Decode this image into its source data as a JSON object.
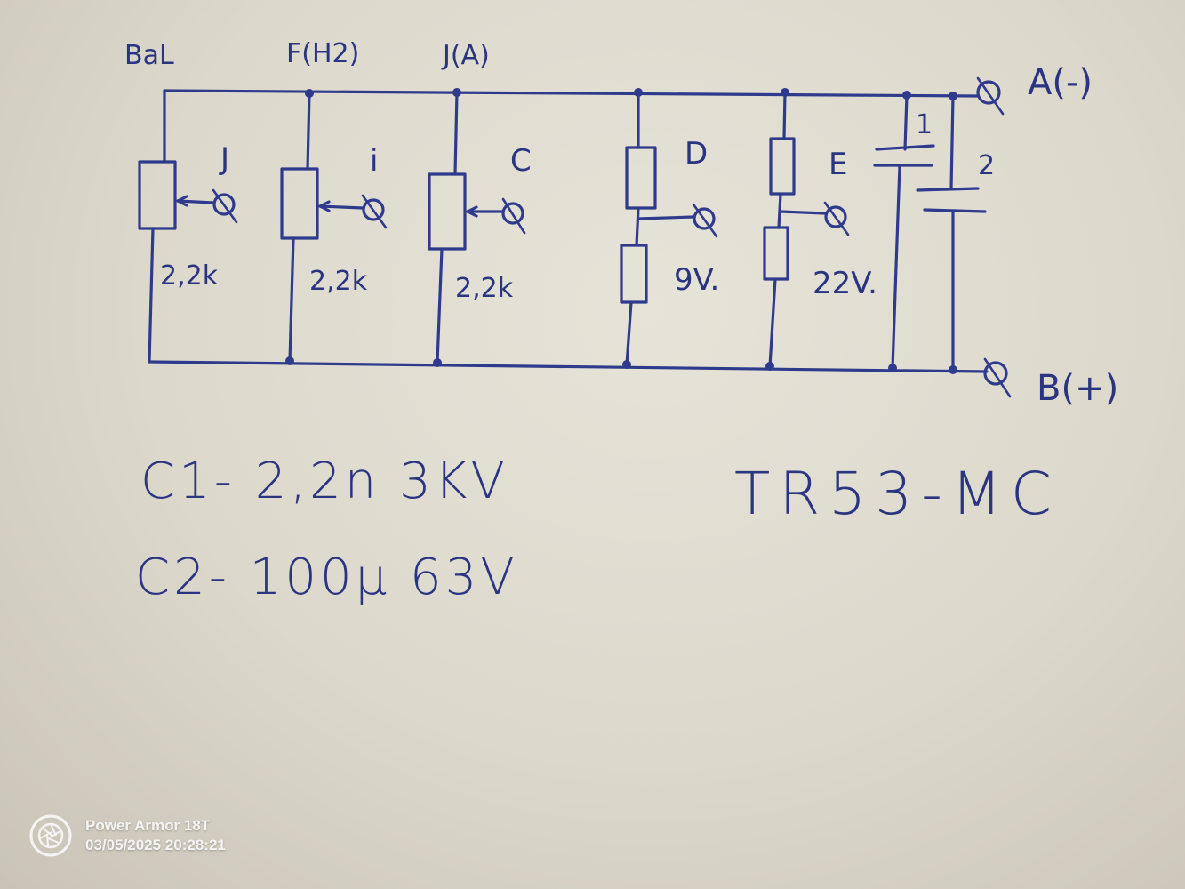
{
  "headers": {
    "col1": "BaL",
    "col2": "F(H2)",
    "col3": "J(A)"
  },
  "potentiometers": [
    {
      "letter": "J",
      "value": "2,2k"
    },
    {
      "letter": "i",
      "value": "2,2k"
    },
    {
      "letter": "C",
      "value": "2,2k"
    }
  ],
  "dividers": [
    {
      "letter": "D",
      "value": "9V."
    },
    {
      "letter": "E",
      "value": "22V."
    }
  ],
  "capacitors": {
    "c1_mark": "1",
    "c2_mark": "2"
  },
  "terminals": {
    "top": "A(-)",
    "bottom": "B(+)"
  },
  "notes": {
    "c1": "C1- 2,2n 3KV",
    "c2": "C2- 100µ 63V",
    "model": "TR53-MC"
  },
  "watermark": {
    "brand": "Power Armor 18T",
    "timestamp": "03/05/2025 20:28:21",
    "icon": "camera-aperture-icon"
  },
  "colors": {
    "ink": "#2f3a8c",
    "paper": "#dedbd0"
  }
}
